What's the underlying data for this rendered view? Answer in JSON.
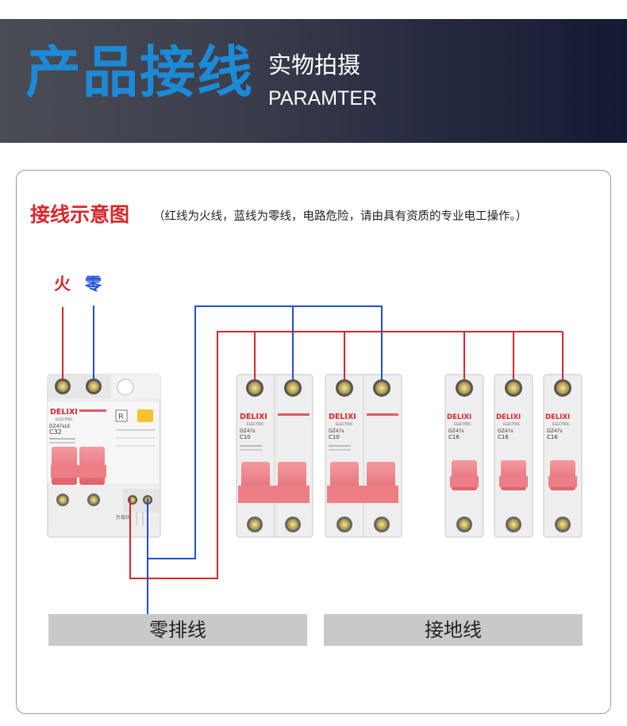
{
  "banner": {
    "title": "产品接线",
    "subtitle_cn": "实物拍摄",
    "subtitle_en": "PARAMTER"
  },
  "diagram": {
    "heading": "接线示意图",
    "note": "（红线为火线，蓝线为零线，电路危险，请由具有资质的专业电工操作。）",
    "fire_label": "火",
    "zero_label": "零",
    "colors": {
      "fire": "#d9262b",
      "zero": "#1f4fd6"
    },
    "main_breaker": {
      "brand": "DELIXI",
      "sub": "ELECTRIC",
      "model": "DZ47sLE",
      "rating": "C32",
      "r_label": "R",
      "load_label": "负载线"
    },
    "double_breakers": [
      {
        "brand": "DELIXI",
        "sub": "ELECTRIC",
        "model": "DZ47s",
        "rating": "C10"
      },
      {
        "brand": "DELIXI",
        "sub": "ELECTRIC",
        "model": "DZ47s",
        "rating": "C10"
      }
    ],
    "single_breakers": [
      {
        "brand": "DELIXI",
        "sub": "ELECTRIC",
        "model": "DZ47s",
        "rating": "C16"
      },
      {
        "brand": "DELIXI",
        "sub": "ELECTRIC",
        "model": "DZ47s",
        "rating": "C16"
      },
      {
        "brand": "DELIXI",
        "sub": "ELECTRIC",
        "model": "DZ47s",
        "rating": "C16"
      }
    ],
    "neutral_bar": "零排线",
    "ground_bar": "接地线"
  }
}
